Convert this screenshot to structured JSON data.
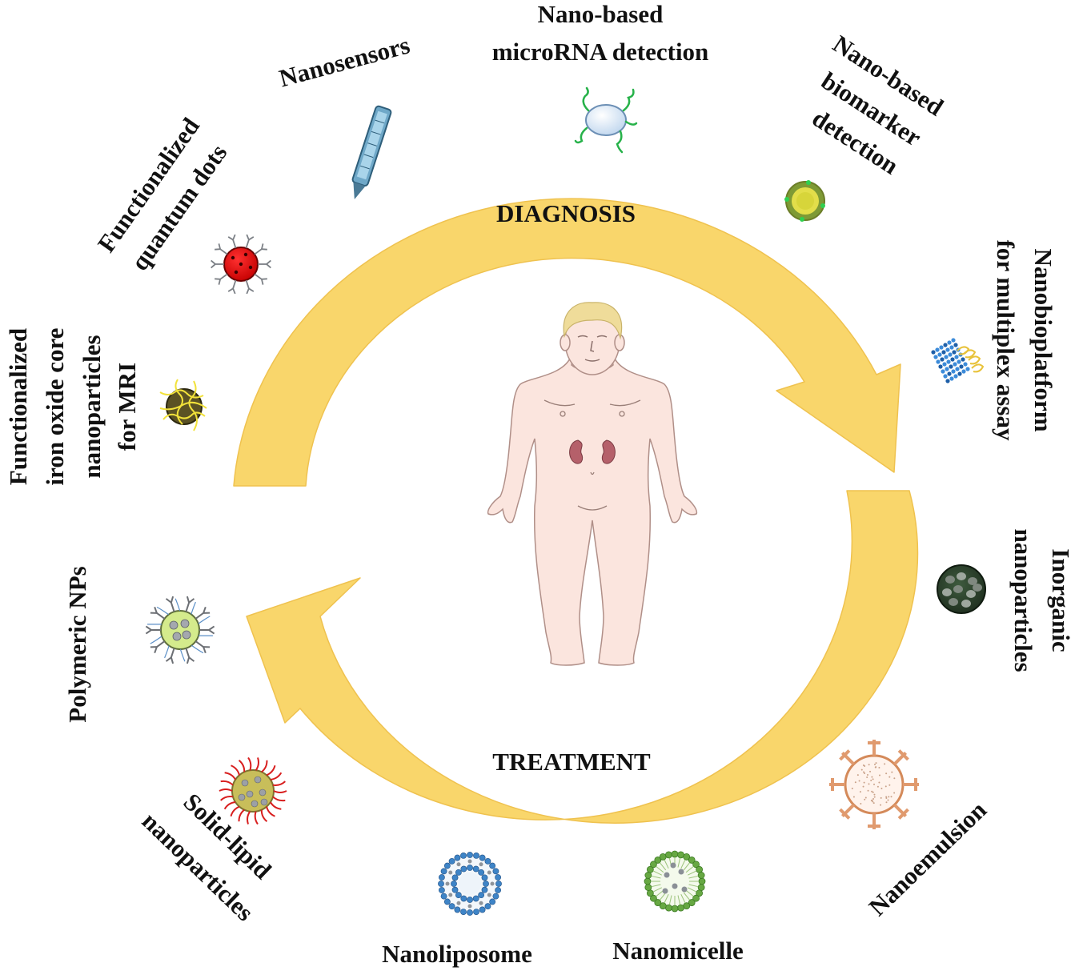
{
  "colors": {
    "arrow": "#F9D66B",
    "arrow_stroke": "#EFC24F",
    "skin": "#FBE5DE",
    "skin_stroke": "#B08F88",
    "hair": "#EFDC9A",
    "kidney": "#B5606A"
  },
  "cycle": {
    "top_label": "DIAGNOSIS",
    "bottom_label": "TREATMENT"
  },
  "labels": {
    "nanosensors": "Nanosensors",
    "microrna_1": "Nano-based",
    "microrna_2": "microRNA detection",
    "biomarker_1": "Nano-based",
    "biomarker_2": "biomarker",
    "biomarker_3": "detection",
    "multiplex_1": "Nanobioplatform",
    "multiplex_2": "for multiplex assay",
    "inorganic_1": "Inorganic",
    "inorganic_2": "nanoparticles",
    "nanoemulsion": "Nanoemulsion",
    "nanomicelle": "Nanomicelle",
    "nanoliposome": "Nanoliposome",
    "solid_1": "Solid-lipid",
    "solid_2": "nanoparticles",
    "polymeric": "Polymeric NPs",
    "iron_1": "Functionalized",
    "iron_2": "iron oxide core",
    "iron_3": "nanoparticles",
    "iron_4": "for MRI",
    "qdots_1": "Functionalized",
    "qdots_2": "quantum dots"
  },
  "icons": [
    "nanosensor-pen-icon",
    "microrna-particle-icon",
    "biomarker-particle-icon",
    "multiplex-platform-icon",
    "inorganic-nanoparticle-icon",
    "nanoemulsion-icon",
    "nanomicelle-icon",
    "nanoliposome-icon",
    "solid-lipid-nanoparticle-icon",
    "polymeric-nanoparticle-icon",
    "iron-oxide-nanoparticle-icon",
    "quantum-dot-icon",
    "human-body-figure"
  ]
}
